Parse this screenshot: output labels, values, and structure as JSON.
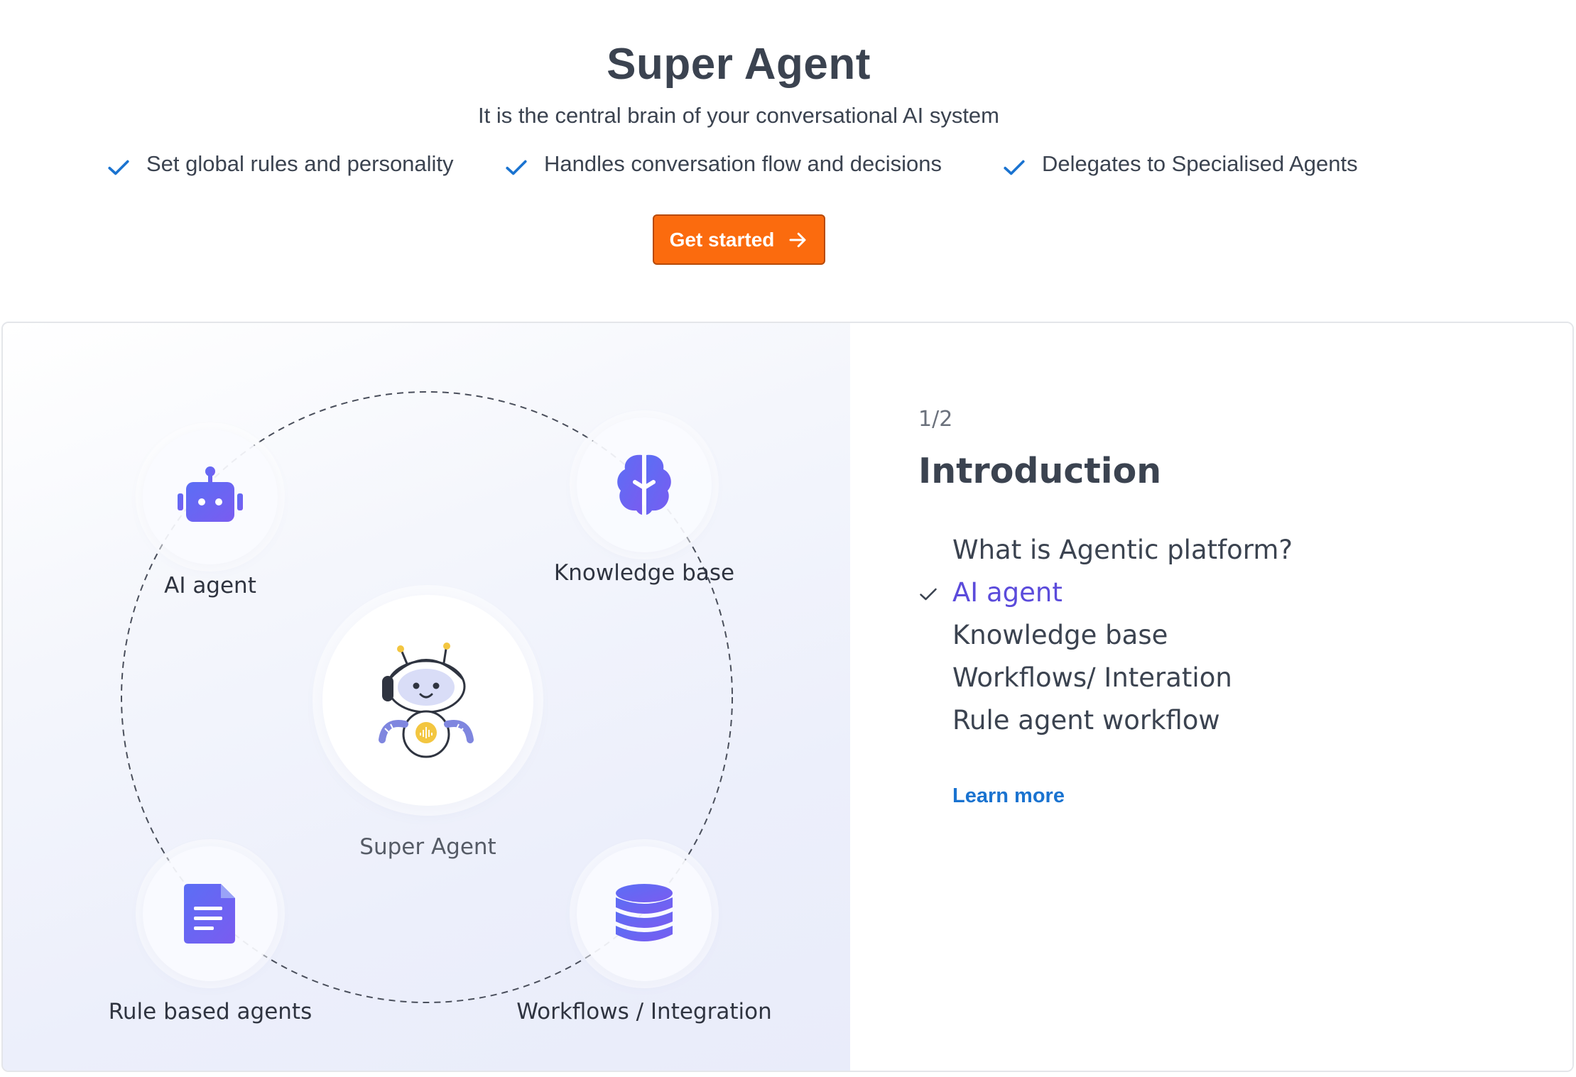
{
  "header": {
    "title": "Super Agent",
    "subtitle": "It is the central brain of your conversational AI system",
    "features": [
      "Set global rules and personality",
      "Handles conversation flow and decisions",
      "Delegates to Specialised Agents"
    ],
    "cta_label": "Get started",
    "accent_color": "#fb6b0e",
    "check_color": "#1a73d0"
  },
  "diagram": {
    "center_label": "Super Agent",
    "nodes": [
      {
        "label": "AI agent",
        "icon": "robot-icon"
      },
      {
        "label": "Knowledge base",
        "icon": "brain-icon"
      },
      {
        "label": "Rule based agents",
        "icon": "document-icon"
      },
      {
        "label": "Workflows / Integration",
        "icon": "database-icon"
      }
    ],
    "icon_color": "#5b63f0"
  },
  "info": {
    "step": "1/2",
    "title": "Introduction",
    "topics": [
      {
        "label": "What is Agentic platform?",
        "active": false
      },
      {
        "label": "AI agent",
        "active": true
      },
      {
        "label": "Knowledge base",
        "active": false
      },
      {
        "label": "Workflows/ Interation",
        "active": false
      },
      {
        "label": "Rule agent workflow",
        "active": false
      }
    ],
    "learn_more": "Learn more",
    "active_color": "#5b4bdb",
    "link_color": "#1a73d0"
  }
}
